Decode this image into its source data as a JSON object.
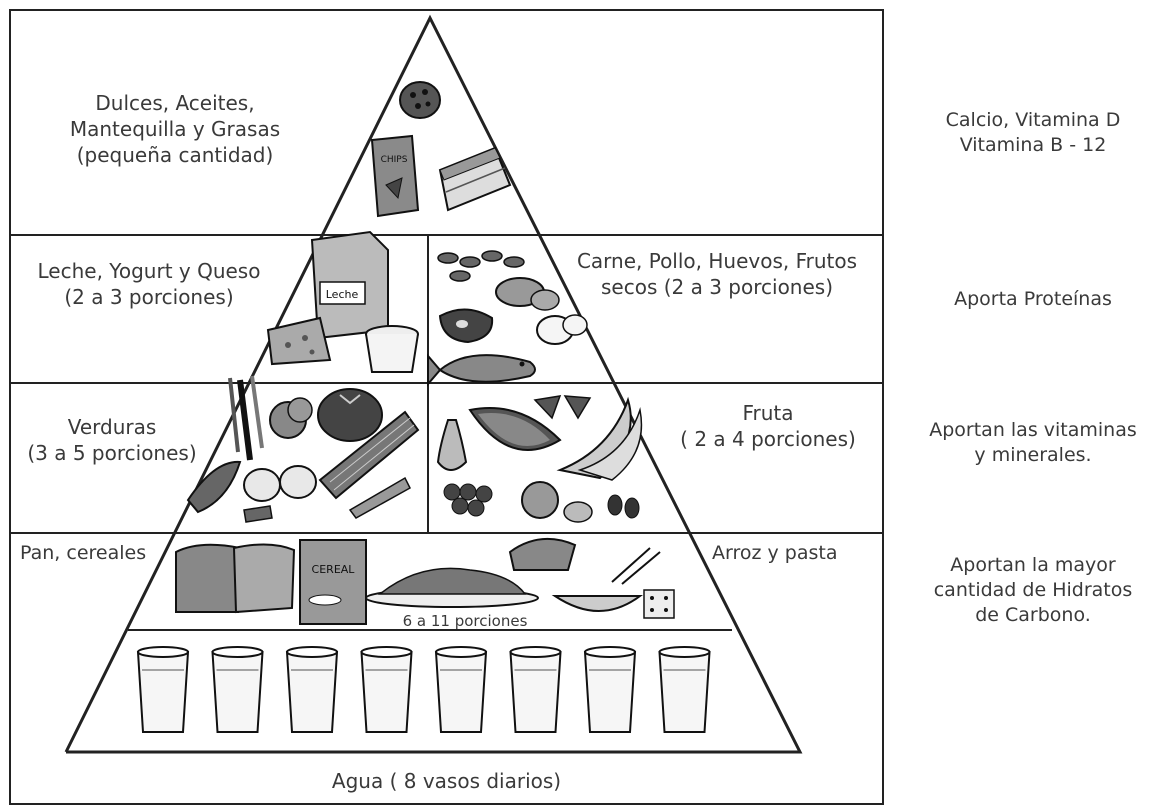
{
  "pyramid": {
    "top": {
      "lines": [
        "Dulces, Aceites,",
        "Mantequilla y Grasas",
        "(pequeña cantidad)"
      ],
      "food_labels": {
        "chips": "CHIPS"
      }
    },
    "dairy": {
      "lines": [
        "Leche, Yogurt y Queso",
        "(2 a 3 porciones)"
      ],
      "food_labels": {
        "milk": "Leche"
      }
    },
    "protein": {
      "lines": [
        "Carne, Pollo, Huevos, Frutos",
        "secos (2 a 3 porciones)"
      ]
    },
    "vegetables": {
      "lines": [
        "Verduras",
        "(3 a 5 porciones)"
      ]
    },
    "fruit": {
      "lines": [
        "Fruta",
        "( 2 a 4 porciones)"
      ]
    },
    "grains": {
      "left_label": "Pan, cereales",
      "right_label": "Arroz y pasta",
      "portions": "6 a 11 porciones",
      "food_labels": {
        "cereal_box": "CEREAL"
      }
    },
    "water": {
      "label": "Agua ( 8 vasos diarios)",
      "glass_count": 8
    }
  },
  "side_notes": [
    {
      "lines": [
        "Calcio, Vitamina D",
        "Vitamina B - 12"
      ]
    },
    {
      "lines": [
        "Aporta Proteínas"
      ]
    },
    {
      "lines": [
        "Aportan las vitaminas",
        "y minerales."
      ]
    },
    {
      "lines": [
        "Aportan la mayor",
        "cantidad de Hidratos",
        "de Carbono."
      ]
    }
  ]
}
